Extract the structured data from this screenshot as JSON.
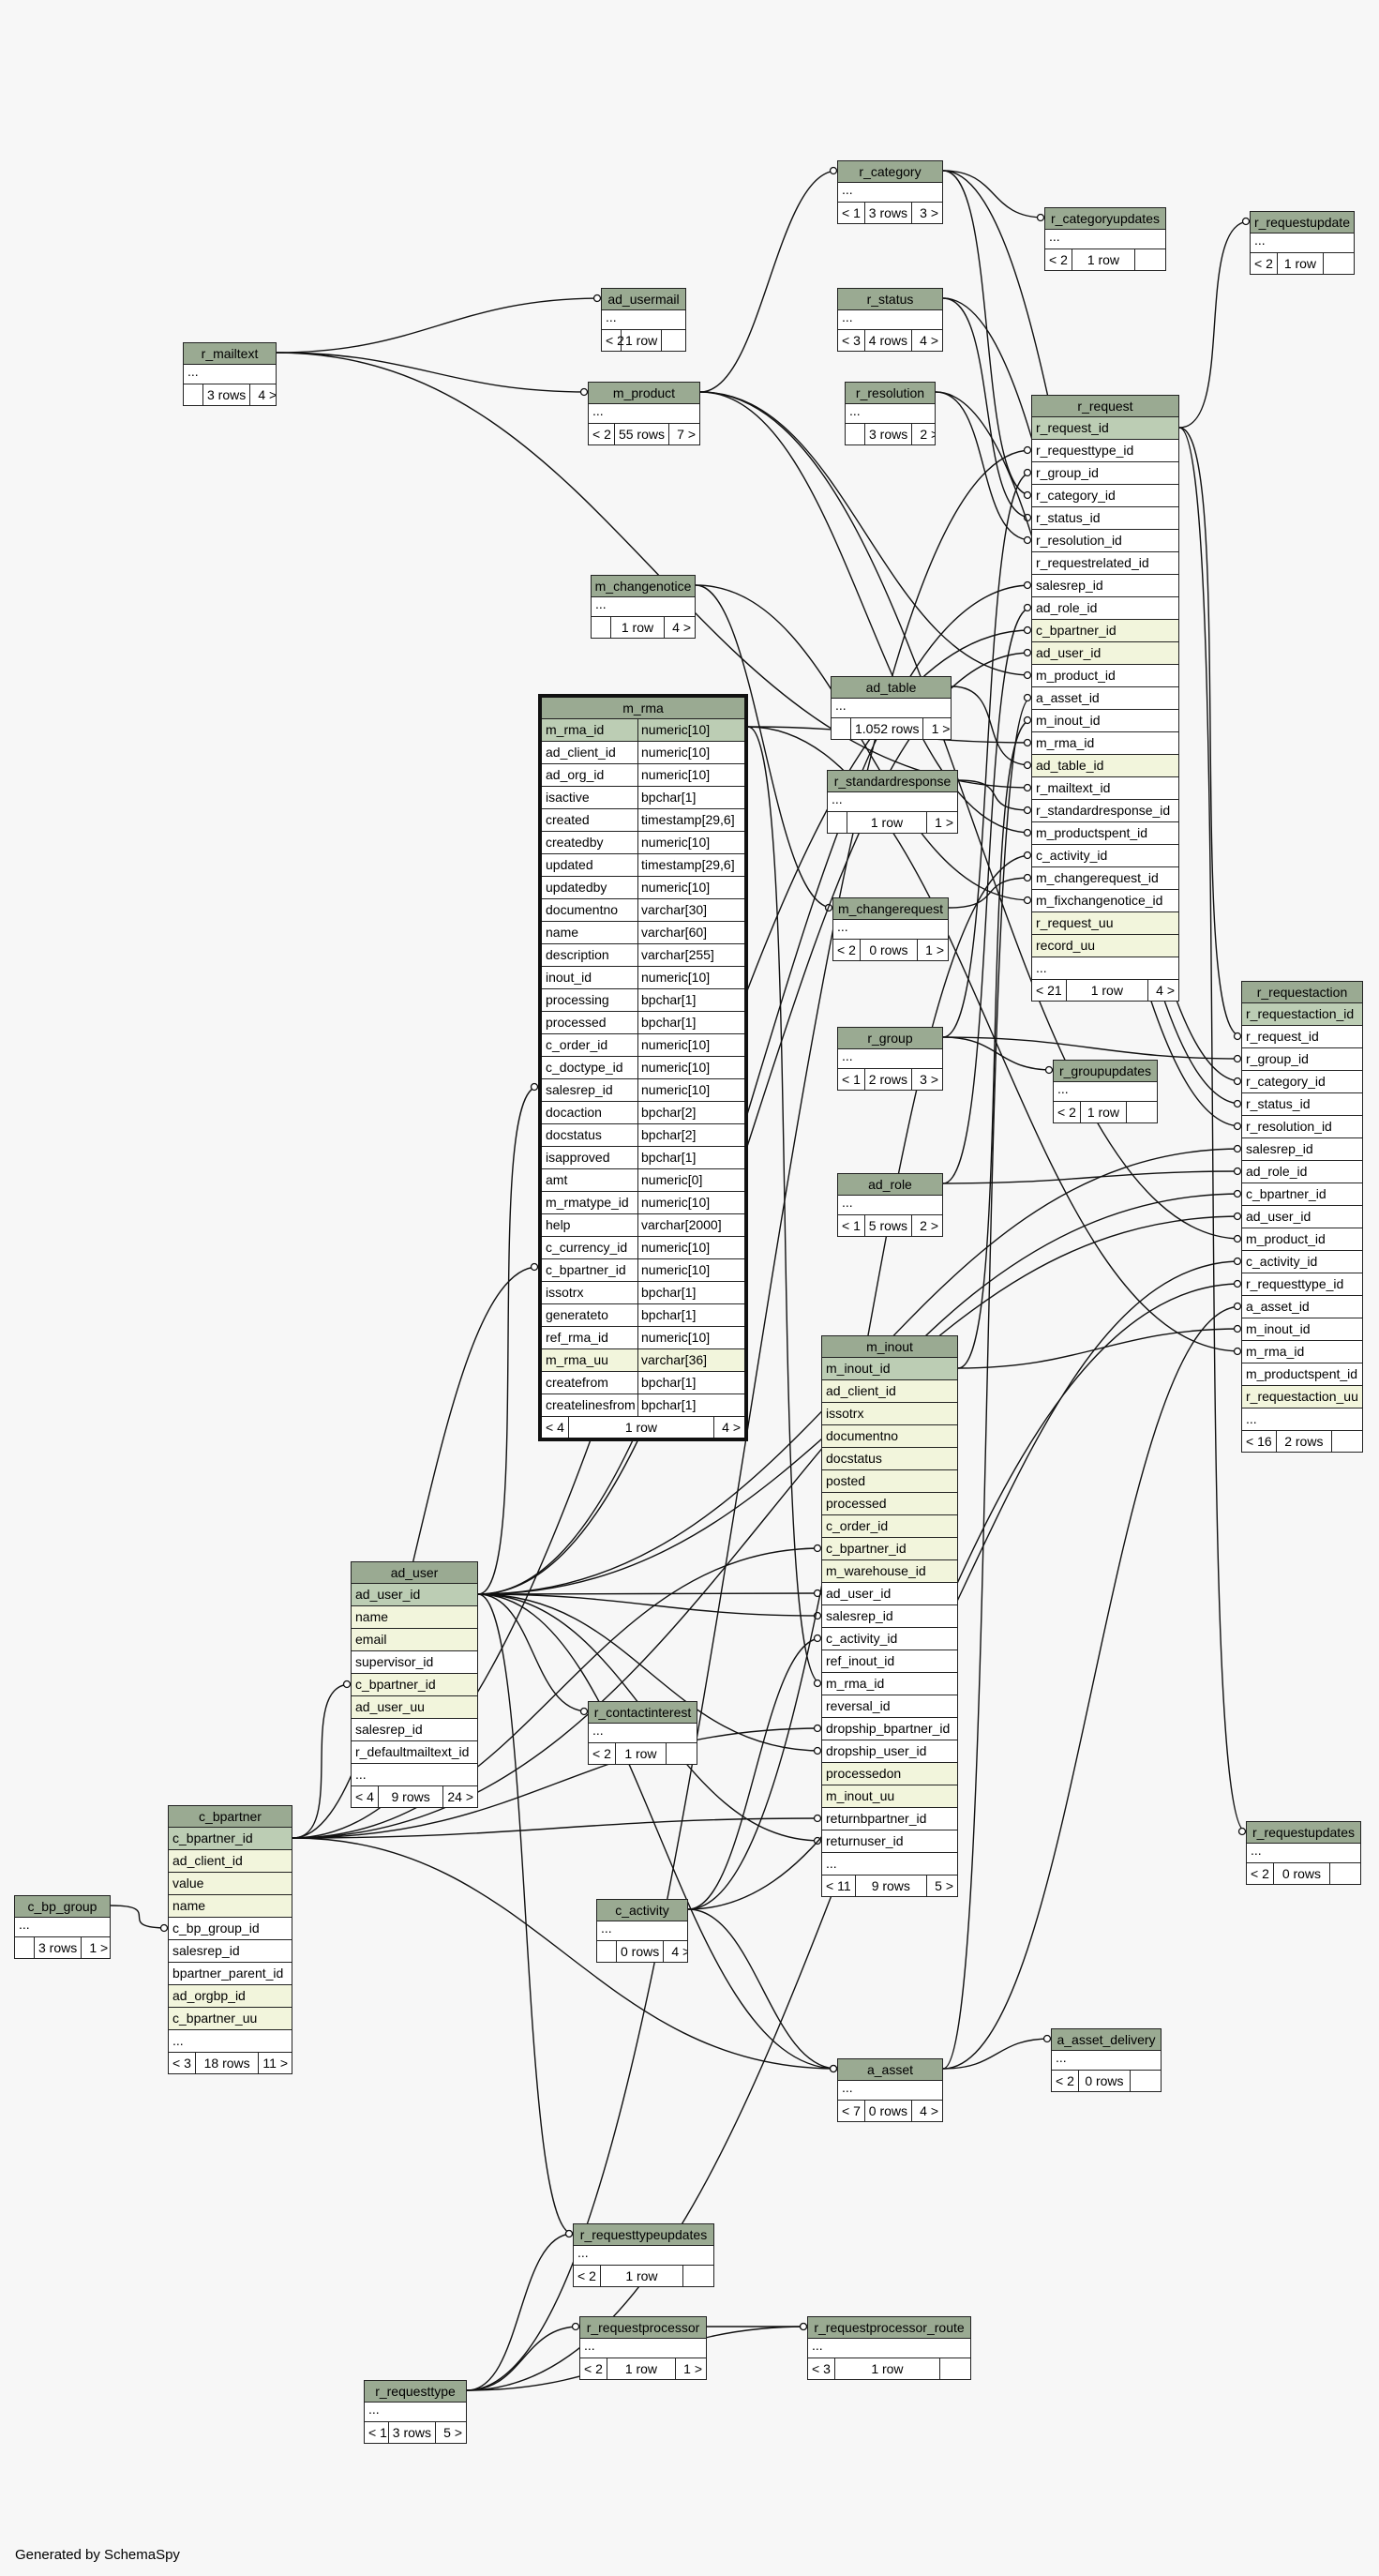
{
  "footer": "Generated by SchemaSpy",
  "colors": {
    "header": "#9aaa92",
    "primary_key": "#bccdb4",
    "indexed": "#f2f5dc"
  },
  "tables": {
    "r_category": {
      "name": "r_category",
      "dots": "...",
      "foot": [
        "< 1",
        "3 rows",
        "3 >"
      ]
    },
    "r_categoryupdates": {
      "name": "r_categoryupdates",
      "dots": "...",
      "foot": [
        "< 2",
        "1 row",
        ""
      ]
    },
    "r_requestupdate": {
      "name": "r_requestupdate",
      "dots": "...",
      "foot": [
        "< 2",
        "1 row",
        ""
      ]
    },
    "ad_usermail": {
      "name": "ad_usermail",
      "dots": "...",
      "foot": [
        "< 2",
        "1 row",
        ""
      ]
    },
    "r_status": {
      "name": "r_status",
      "dots": "...",
      "foot": [
        "< 3",
        "4 rows",
        "4 >"
      ]
    },
    "r_mailtext": {
      "name": "r_mailtext",
      "dots": "...",
      "foot": [
        "",
        "3 rows",
        "4 >"
      ]
    },
    "m_product": {
      "name": "m_product",
      "dots": "...",
      "foot": [
        "< 2",
        "55 rows",
        "7 >"
      ]
    },
    "r_resolution": {
      "name": "r_resolution",
      "dots": "...",
      "foot": [
        "",
        "3 rows",
        "2 >"
      ]
    },
    "m_changenotice": {
      "name": "m_changenotice",
      "dots": "...",
      "foot": [
        "",
        "1 row",
        "4 >"
      ]
    },
    "ad_table": {
      "name": "ad_table",
      "dots": "...",
      "foot": [
        "",
        "1.052 rows",
        "1 >"
      ]
    },
    "r_standardresponse": {
      "name": "r_standardresponse",
      "dots": "...",
      "foot": [
        "",
        "1 row",
        "1 >"
      ]
    },
    "m_changerequest": {
      "name": "m_changerequest",
      "dots": "...",
      "foot": [
        "< 2",
        "0 rows",
        "1 >"
      ]
    },
    "r_group": {
      "name": "r_group",
      "dots": "...",
      "foot": [
        "< 1",
        "2 rows",
        "3 >"
      ]
    },
    "r_groupupdates": {
      "name": "r_groupupdates",
      "dots": "...",
      "foot": [
        "< 2",
        "1 row",
        ""
      ]
    },
    "ad_role": {
      "name": "ad_role",
      "dots": "...",
      "foot": [
        "< 1",
        "5 rows",
        "2 >"
      ]
    },
    "r_contactinterest": {
      "name": "r_contactinterest",
      "dots": "...",
      "foot": [
        "< 2",
        "1 row",
        ""
      ]
    },
    "c_activity": {
      "name": "c_activity",
      "dots": "...",
      "foot": [
        "",
        "0 rows",
        "4 >"
      ]
    },
    "c_bp_group": {
      "name": "c_bp_group",
      "dots": "...",
      "foot": [
        "",
        "3 rows",
        "1 >"
      ]
    },
    "a_asset_delivery": {
      "name": "a_asset_delivery",
      "dots": "...",
      "foot": [
        "< 2",
        "0 rows",
        ""
      ]
    },
    "a_asset": {
      "name": "a_asset",
      "dots": "...",
      "foot": [
        "< 7",
        "0 rows",
        "4 >"
      ]
    },
    "r_requestupdates": {
      "name": "r_requestupdates",
      "dots": "...",
      "foot": [
        "< 2",
        "0 rows",
        ""
      ]
    },
    "r_requesttypeupdates": {
      "name": "r_requesttypeupdates",
      "dots": "...",
      "foot": [
        "< 2",
        "1 row",
        ""
      ]
    },
    "r_requestprocessor": {
      "name": "r_requestprocessor",
      "dots": "...",
      "foot": [
        "< 2",
        "1 row",
        "1 >"
      ]
    },
    "r_requestprocessor_route": {
      "name": "r_requestprocessor_route",
      "dots": "...",
      "foot": [
        "< 3",
        "1 row",
        ""
      ]
    },
    "r_requesttype": {
      "name": "r_requesttype",
      "dots": "...",
      "foot": [
        "< 1",
        "3 rows",
        "5 >"
      ]
    },
    "r_request": {
      "name": "r_request",
      "columns": [
        {
          "name": "r_request_id",
          "style": "pk"
        },
        {
          "name": "r_requesttype_id",
          "style": ""
        },
        {
          "name": "r_group_id",
          "style": ""
        },
        {
          "name": "r_category_id",
          "style": ""
        },
        {
          "name": "r_status_id",
          "style": ""
        },
        {
          "name": "r_resolution_id",
          "style": ""
        },
        {
          "name": "r_requestrelated_id",
          "style": ""
        },
        {
          "name": "salesrep_id",
          "style": ""
        },
        {
          "name": "ad_role_id",
          "style": ""
        },
        {
          "name": "c_bpartner_id",
          "style": "idx"
        },
        {
          "name": "ad_user_id",
          "style": "idx"
        },
        {
          "name": "m_product_id",
          "style": ""
        },
        {
          "name": "a_asset_id",
          "style": ""
        },
        {
          "name": "m_inout_id",
          "style": ""
        },
        {
          "name": "m_rma_id",
          "style": ""
        },
        {
          "name": "ad_table_id",
          "style": "idx"
        },
        {
          "name": "r_mailtext_id",
          "style": ""
        },
        {
          "name": "r_standardresponse_id",
          "style": ""
        },
        {
          "name": "m_productspent_id",
          "style": ""
        },
        {
          "name": "c_activity_id",
          "style": ""
        },
        {
          "name": "m_changerequest_id",
          "style": ""
        },
        {
          "name": "m_fixchangenotice_id",
          "style": ""
        },
        {
          "name": "r_request_uu",
          "style": "idx"
        },
        {
          "name": "record_uu",
          "style": "idx"
        },
        {
          "name": "...",
          "style": ""
        }
      ],
      "foot": [
        "< 21",
        "1 row",
        "4 >"
      ]
    },
    "r_requestaction": {
      "name": "r_requestaction",
      "columns": [
        {
          "name": "r_requestaction_id",
          "style": "pk"
        },
        {
          "name": "r_request_id",
          "style": ""
        },
        {
          "name": "r_group_id",
          "style": ""
        },
        {
          "name": "r_category_id",
          "style": ""
        },
        {
          "name": "r_status_id",
          "style": ""
        },
        {
          "name": "r_resolution_id",
          "style": ""
        },
        {
          "name": "salesrep_id",
          "style": ""
        },
        {
          "name": "ad_role_id",
          "style": ""
        },
        {
          "name": "c_bpartner_id",
          "style": ""
        },
        {
          "name": "ad_user_id",
          "style": ""
        },
        {
          "name": "m_product_id",
          "style": ""
        },
        {
          "name": "c_activity_id",
          "style": ""
        },
        {
          "name": "r_requesttype_id",
          "style": ""
        },
        {
          "name": "a_asset_id",
          "style": ""
        },
        {
          "name": "m_inout_id",
          "style": ""
        },
        {
          "name": "m_rma_id",
          "style": ""
        },
        {
          "name": "m_productspent_id",
          "style": ""
        },
        {
          "name": "r_requestaction_uu",
          "style": "idx"
        },
        {
          "name": "...",
          "style": ""
        }
      ],
      "foot": [
        "< 16",
        "2 rows",
        ""
      ]
    },
    "m_inout": {
      "name": "m_inout",
      "columns": [
        {
          "name": "m_inout_id",
          "style": "pk"
        },
        {
          "name": "ad_client_id",
          "style": "idx"
        },
        {
          "name": "issotrx",
          "style": "idx"
        },
        {
          "name": "documentno",
          "style": "idx"
        },
        {
          "name": "docstatus",
          "style": "idx"
        },
        {
          "name": "posted",
          "style": "idx"
        },
        {
          "name": "processed",
          "style": "idx"
        },
        {
          "name": "c_order_id",
          "style": "idx"
        },
        {
          "name": "c_bpartner_id",
          "style": "idx"
        },
        {
          "name": "m_warehouse_id",
          "style": "idx"
        },
        {
          "name": "ad_user_id",
          "style": ""
        },
        {
          "name": "salesrep_id",
          "style": ""
        },
        {
          "name": "c_activity_id",
          "style": ""
        },
        {
          "name": "ref_inout_id",
          "style": ""
        },
        {
          "name": "m_rma_id",
          "style": ""
        },
        {
          "name": "reversal_id",
          "style": ""
        },
        {
          "name": "dropship_bpartner_id",
          "style": ""
        },
        {
          "name": "dropship_user_id",
          "style": ""
        },
        {
          "name": "processedon",
          "style": "idx"
        },
        {
          "name": "m_inout_uu",
          "style": "idx"
        },
        {
          "name": "returnbpartner_id",
          "style": ""
        },
        {
          "name": "returnuser_id",
          "style": ""
        },
        {
          "name": "...",
          "style": ""
        }
      ],
      "foot": [
        "< 11",
        "9 rows",
        "5 >"
      ]
    },
    "ad_user": {
      "name": "ad_user",
      "columns": [
        {
          "name": "ad_user_id",
          "style": "pk"
        },
        {
          "name": "name",
          "style": "idx"
        },
        {
          "name": "email",
          "style": "idx"
        },
        {
          "name": "supervisor_id",
          "style": ""
        },
        {
          "name": "c_bpartner_id",
          "style": "idx"
        },
        {
          "name": "ad_user_uu",
          "style": "idx"
        },
        {
          "name": "salesrep_id",
          "style": ""
        },
        {
          "name": "r_defaultmailtext_id",
          "style": ""
        },
        {
          "name": "...",
          "style": ""
        }
      ],
      "foot": [
        "< 4",
        "9 rows",
        "24 >"
      ]
    },
    "c_bpartner": {
      "name": "c_bpartner",
      "columns": [
        {
          "name": "c_bpartner_id",
          "style": "pk"
        },
        {
          "name": "ad_client_id",
          "style": "idx"
        },
        {
          "name": "value",
          "style": "idx"
        },
        {
          "name": "name",
          "style": "idx"
        },
        {
          "name": "c_bp_group_id",
          "style": ""
        },
        {
          "name": "salesrep_id",
          "style": ""
        },
        {
          "name": "bpartner_parent_id",
          "style": ""
        },
        {
          "name": "ad_orgbp_id",
          "style": "idx"
        },
        {
          "name": "c_bpartner_uu",
          "style": "idx"
        },
        {
          "name": "...",
          "style": ""
        }
      ],
      "foot": [
        "< 3",
        "18 rows",
        "11 >"
      ]
    },
    "m_rma": {
      "name": "m_rma",
      "columns": [
        {
          "name": "m_rma_id",
          "type": "numeric[10]",
          "style": "pk"
        },
        {
          "name": "ad_client_id",
          "type": "numeric[10]",
          "style": ""
        },
        {
          "name": "ad_org_id",
          "type": "numeric[10]",
          "style": ""
        },
        {
          "name": "isactive",
          "type": "bpchar[1]",
          "style": ""
        },
        {
          "name": "created",
          "type": "timestamp[29,6]",
          "style": ""
        },
        {
          "name": "createdby",
          "type": "numeric[10]",
          "style": ""
        },
        {
          "name": "updated",
          "type": "timestamp[29,6]",
          "style": ""
        },
        {
          "name": "updatedby",
          "type": "numeric[10]",
          "style": ""
        },
        {
          "name": "documentno",
          "type": "varchar[30]",
          "style": ""
        },
        {
          "name": "name",
          "type": "varchar[60]",
          "style": ""
        },
        {
          "name": "description",
          "type": "varchar[255]",
          "style": ""
        },
        {
          "name": "inout_id",
          "type": "numeric[10]",
          "style": ""
        },
        {
          "name": "processing",
          "type": "bpchar[1]",
          "style": ""
        },
        {
          "name": "processed",
          "type": "bpchar[1]",
          "style": ""
        },
        {
          "name": "c_order_id",
          "type": "numeric[10]",
          "style": ""
        },
        {
          "name": "c_doctype_id",
          "type": "numeric[10]",
          "style": ""
        },
        {
          "name": "salesrep_id",
          "type": "numeric[10]",
          "style": ""
        },
        {
          "name": "docaction",
          "type": "bpchar[2]",
          "style": ""
        },
        {
          "name": "docstatus",
          "type": "bpchar[2]",
          "style": ""
        },
        {
          "name": "isapproved",
          "type": "bpchar[1]",
          "style": ""
        },
        {
          "name": "amt",
          "type": "numeric[0]",
          "style": ""
        },
        {
          "name": "m_rmatype_id",
          "type": "numeric[10]",
          "style": ""
        },
        {
          "name": "help",
          "type": "varchar[2000]",
          "style": ""
        },
        {
          "name": "c_currency_id",
          "type": "numeric[10]",
          "style": ""
        },
        {
          "name": "c_bpartner_id",
          "type": "numeric[10]",
          "style": ""
        },
        {
          "name": "issotrx",
          "type": "bpchar[1]",
          "style": ""
        },
        {
          "name": "generateto",
          "type": "bpchar[1]",
          "style": ""
        },
        {
          "name": "ref_rma_id",
          "type": "numeric[10]",
          "style": ""
        },
        {
          "name": "m_rma_uu",
          "type": "varchar[36]",
          "style": "idx"
        },
        {
          "name": "createfrom",
          "type": "bpchar[1]",
          "style": ""
        },
        {
          "name": "createlinesfrom",
          "type": "bpchar[1]",
          "style": ""
        }
      ],
      "foot": [
        "< 4",
        "1 row",
        "4 >"
      ]
    }
  }
}
